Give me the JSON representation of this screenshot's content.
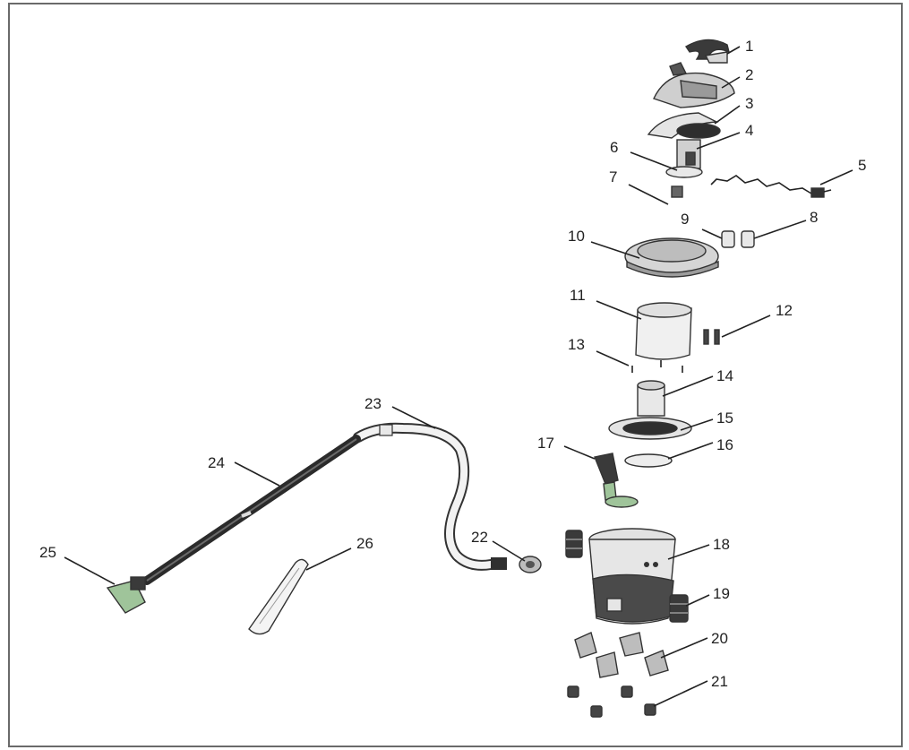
{
  "diagram": {
    "labels": [
      "1",
      "2",
      "3",
      "4",
      "5",
      "6",
      "7",
      "8",
      "9",
      "10",
      "11",
      "12",
      "13",
      "14",
      "15",
      "16",
      "17",
      "18",
      "19",
      "20",
      "21",
      "22",
      "23",
      "24",
      "25",
      "26"
    ]
  },
  "colors": {
    "line": "#222222",
    "part_fill": "#d8d8d8",
    "dark_part": "#3a3a3a",
    "accent_green": "#9fc49a",
    "frame": "#6a6a6a"
  }
}
